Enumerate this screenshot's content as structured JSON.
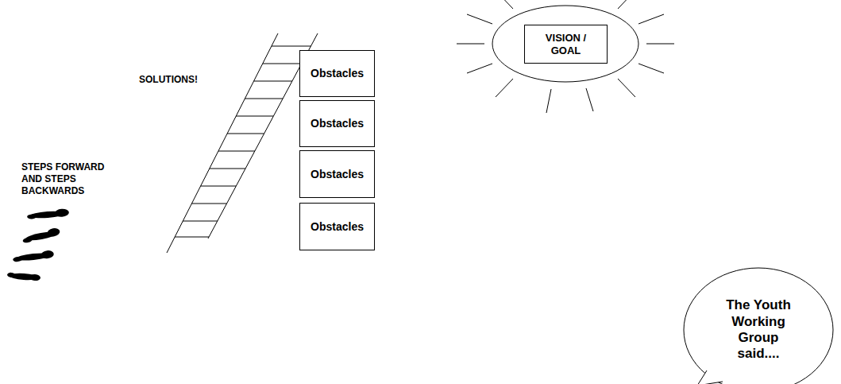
{
  "diagram": {
    "nodes": [
      {
        "text": [
          "Obstacles"
        ]
      },
      {
        "text": [
          "Obstacles"
        ]
      },
      {
        "text": [
          "Obstacles"
        ]
      },
      {
        "text": [
          "Obstacles"
        ]
      },
      {
        "text": [
          "VISION / GOAL"
        ]
      },
      {
        "text": [
          "The Youth Working Group said...."
        ]
      }
    ],
    "labels": [
      "SOLUTIONS!",
      "STEPS FORWARD AND STEPS BACKWARDS"
    ]
  }
}
